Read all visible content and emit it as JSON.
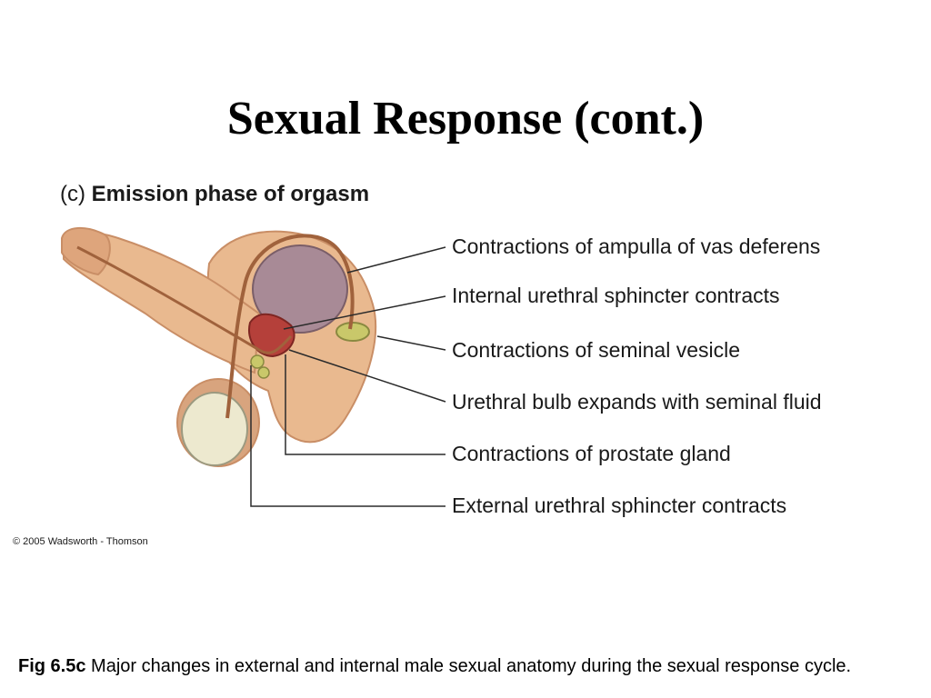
{
  "slide": {
    "title": "Sexual Response (cont.)"
  },
  "figure": {
    "panel_letter": "(c)",
    "panel_title": "Emission phase of orgasm",
    "callouts": [
      "Contractions of ampulla of vas deferens",
      "Internal urethral sphincter contracts",
      "Contractions of seminal vesicle",
      "Urethral bulb expands with seminal fluid",
      "Contractions of prostate gland",
      "External urethral sphincter contracts"
    ],
    "copyright": "© 2005 Wadsworth - Thomson"
  },
  "caption": {
    "label": "Fig 6.5c",
    "text": "Major changes in external and internal male sexual anatomy during the sexual response cycle."
  },
  "colors": {
    "skin": "#e9b98f",
    "skin_shadow": "#c98e66",
    "bladder": "#a88a96",
    "prostate": "#b5403a",
    "testis": "#ede9cf",
    "vesicle": "#c9c86a",
    "duct": "#a0623c",
    "leader_line": "#2b2b2b"
  }
}
